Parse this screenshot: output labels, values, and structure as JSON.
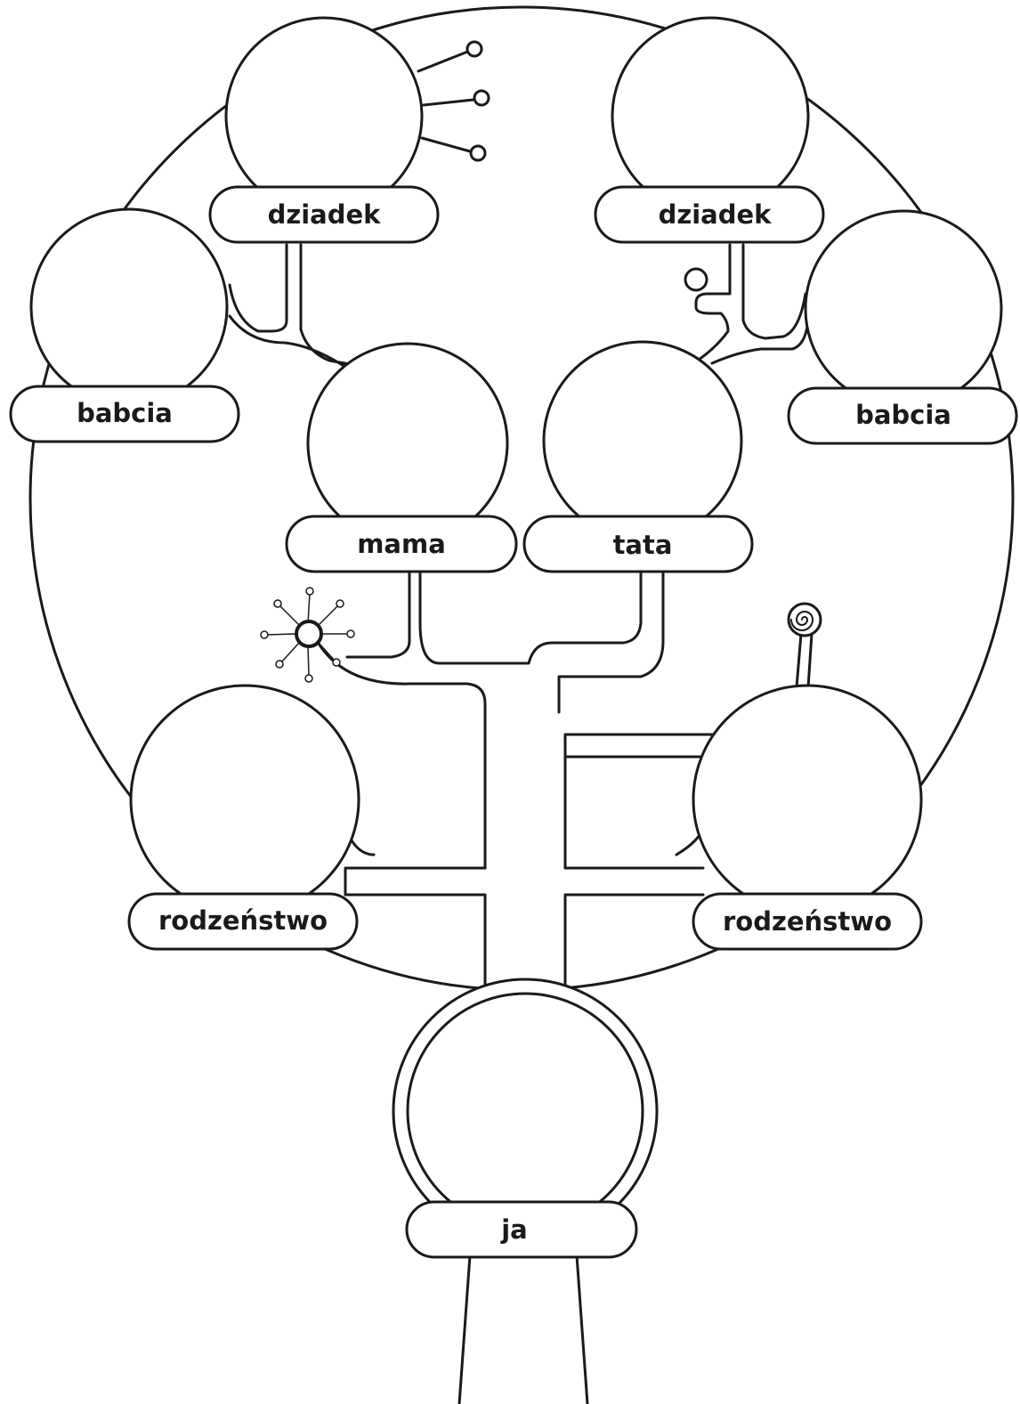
{
  "family_tree": {
    "grandfather_left": {
      "label": "dziadek"
    },
    "grandfather_right": {
      "label": "dziadek"
    },
    "grandmother_left": {
      "label": "babcia"
    },
    "grandmother_right": {
      "label": "babcia"
    },
    "mother": {
      "label": "mama"
    },
    "father": {
      "label": "tata"
    },
    "sibling_left": {
      "label": "rodzeństwo"
    },
    "sibling_right": {
      "label": "rodzeństwo"
    },
    "me": {
      "label": "ja"
    }
  },
  "colors": {
    "line": "#1a1a1a",
    "fill": "#ffffff"
  }
}
